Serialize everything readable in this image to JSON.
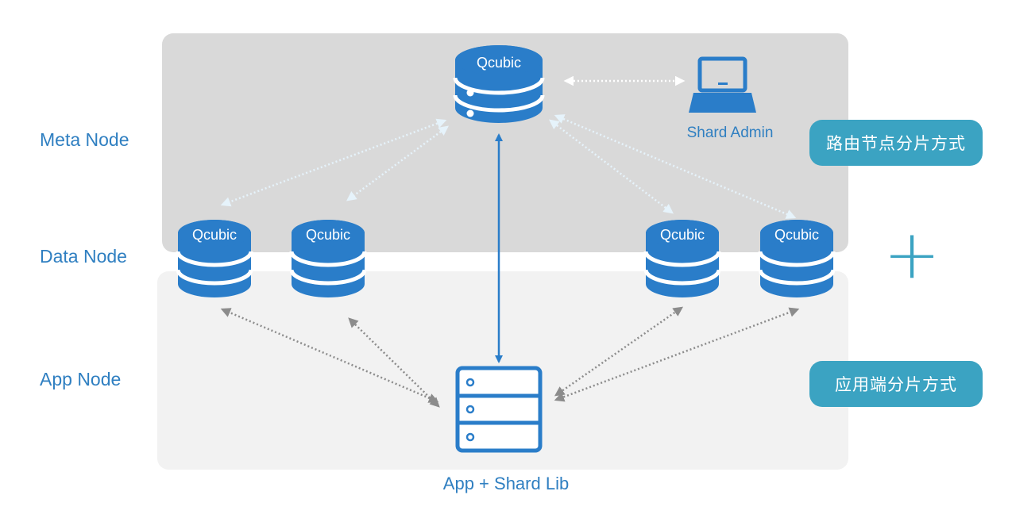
{
  "rows": {
    "meta": "Meta Node",
    "data": "Data Node",
    "app": "App Node"
  },
  "nodes": {
    "meta_db": "Qcubic",
    "data_dbs": [
      "Qcubic",
      "Qcubic",
      "Qcubic",
      "Qcubic"
    ],
    "shard_admin": "Shard Admin",
    "app_server": "App + Shard Lib"
  },
  "badges": {
    "routing": "路由节点分片方式",
    "app_side": "应用端分片方式"
  },
  "plus_symbol": "+",
  "icons": {
    "database": "database-icon",
    "laptop": "laptop-icon",
    "server": "server-rack-icon"
  },
  "colors": {
    "primary_blue": "#2a7dc9",
    "accent_teal": "#3ba3c2",
    "label_blue": "#2f7fc1",
    "meta_panel": "#d9d9d9",
    "app_panel": "#f2f2f2",
    "arrow_light": "#e8f4fb",
    "arrow_gray": "#8c8c8c"
  }
}
